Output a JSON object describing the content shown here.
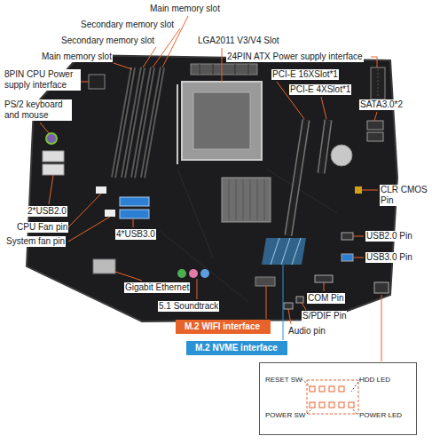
{
  "diagram": {
    "nodes": [
      {
        "text": [
          "M.2 WIFI interface"
        ]
      },
      {
        "text": [
          "M.2 NVME interface"
        ]
      },
      {
        "text": [
          "RESET SW",
          "HDD LED",
          "POWER SW",
          "POWER LED"
        ]
      }
    ],
    "labels": [
      "Main memory slot",
      "Secondary memory slot",
      "Secondary memory slot",
      "LGA2011 V3/V4 Slot",
      "24PIN ATX Power supply interface",
      "Main memory slot",
      "8PIN CPU Power supply interface",
      "PCI-E 16XSlot*1",
      "PCI-E 4XSlot*1",
      "SATA3.0*2",
      "PS/2 keyboard and mouse",
      "CLR CMOS Pin",
      "2*USB2.0",
      "CPU Fan pin",
      "System fan pin",
      "4*USB3.0",
      "USB2.0 Pin",
      "USB3.0 Pin",
      "Gigabit Ethernet",
      "5.1 Soundtrack",
      "COM Pin",
      "S/PDIF Pin",
      "Audio pin"
    ]
  }
}
